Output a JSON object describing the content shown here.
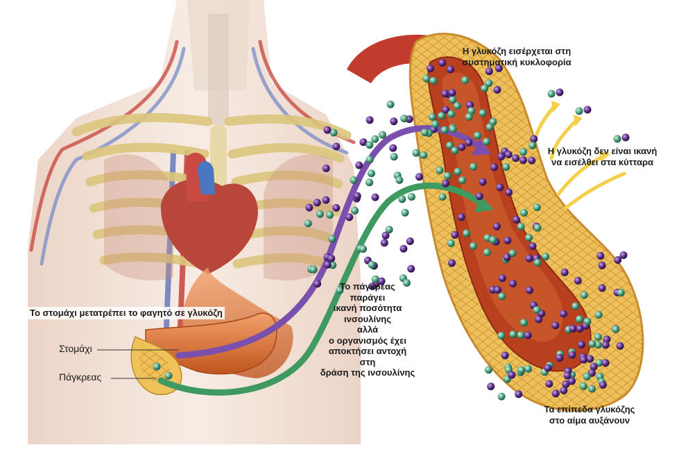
{
  "labels": {
    "glucose_enters": [
      "Η γλυκόζη εισέρχεται στη",
      "συστηματική κυκλοφορία"
    ],
    "glucose_cannot_enter": [
      "Η γλυκόζη δεν είναι ικανή",
      "να εισέλθει στα κύτταρα"
    ],
    "stomach_converts": "Το στομάχι μετατρέπει το φαγητό σε γλυκόζη",
    "stomach": "Στομάχι",
    "pancreas": "Πάγκρεας",
    "pancreas_produces": [
      "Το πάγκρεας",
      "παράγει",
      "ικανή ποσότητα",
      "ινσουλίνης",
      "αλλά",
      "ο οργανισμός έχει",
      "αποκτήσει αντοχή",
      "στη",
      "δράση της ινσουλίνης"
    ],
    "glucose_levels": [
      "Τα επίπεδα γλυκόζης",
      "στο αίμα αυξάνουν"
    ]
  },
  "colors": {
    "glucose_particle": "#5b2d86",
    "insulin_particle": "#4a9e7e",
    "glucose_arrow": "#7b4fae",
    "insulin_arrow": "#3f9a62",
    "yellow_arrow": "#f4cf4a",
    "pancreas_tissue": "#e8b94a",
    "vessel_interior": "#b8401e",
    "skin": "#f2dfd3",
    "ribs": "#e6d49a",
    "heart": "#b8463a",
    "stomach": "#d9703a"
  }
}
